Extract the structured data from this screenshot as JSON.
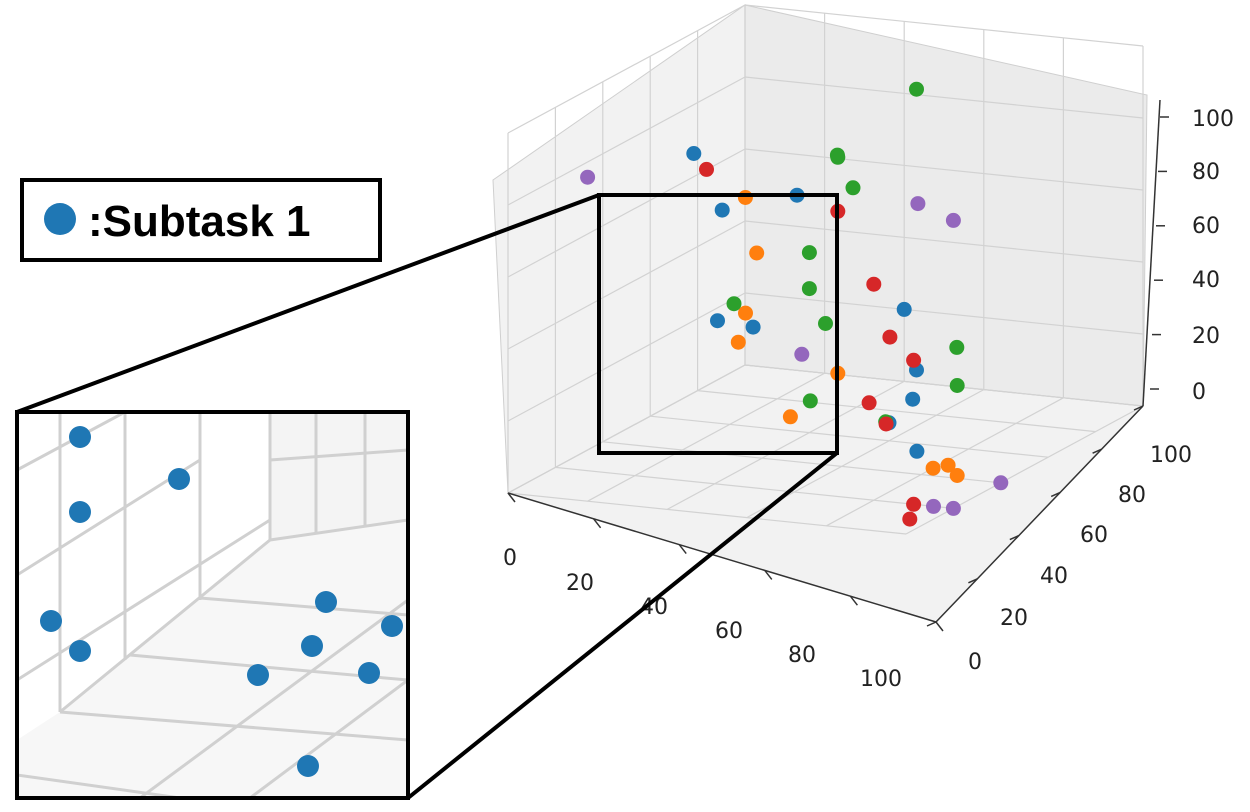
{
  "legend": {
    "label": ":Subtask 1",
    "marker_color": "#1f77b4"
  },
  "chart_data": {
    "type": "scatter",
    "projection": "3d",
    "grid": true,
    "xlim": [
      0,
      100
    ],
    "ylim": [
      0,
      100
    ],
    "zlim": [
      0,
      100
    ],
    "x_ticks": [
      "0",
      "20",
      "40",
      "60",
      "80",
      "100"
    ],
    "y_ticks": [
      "0",
      "20",
      "40",
      "60",
      "80",
      "100"
    ],
    "z_ticks": [
      "0",
      "20",
      "40",
      "60",
      "80",
      "100"
    ],
    "series": [
      {
        "color": "#1f77b4",
        "points": [
          {
            "x": 5,
            "y": 70,
            "z": 70
          },
          {
            "x": 22,
            "y": 85,
            "z": 55
          },
          {
            "x": 5,
            "y": 82,
            "z": 50
          },
          {
            "x": 5,
            "y": 80,
            "z": 20
          },
          {
            "x": 8,
            "y": 90,
            "z": 15
          },
          {
            "x": 60,
            "y": 60,
            "z": 5
          },
          {
            "x": 60,
            "y": 70,
            "z": 8
          },
          {
            "x": 55,
            "y": 80,
            "z": 12
          },
          {
            "x": 40,
            "y": 100,
            "z": 20
          },
          {
            "x": 70,
            "y": 55,
            "z": 0
          }
        ]
      },
      {
        "color": "#ff7f0e",
        "points": [
          {
            "x": 12,
            "y": 80,
            "z": 55
          },
          {
            "x": 22,
            "y": 68,
            "z": 45
          },
          {
            "x": 15,
            "y": 75,
            "z": 25
          },
          {
            "x": 15,
            "y": 72,
            "z": 18
          },
          {
            "x": 80,
            "y": 45,
            "z": 0
          },
          {
            "x": 82,
            "y": 48,
            "z": 0
          },
          {
            "x": 95,
            "y": 30,
            "z": 5
          },
          {
            "x": 65,
            "y": 30,
            "z": 30
          },
          {
            "x": 65,
            "y": 10,
            "z": 25
          }
        ]
      },
      {
        "color": "#2ca02c",
        "points": [
          {
            "x": 30,
            "y": 45,
            "z": 40
          },
          {
            "x": 40,
            "y": 60,
            "z": 50
          },
          {
            "x": 40,
            "y": 60,
            "z": 40
          },
          {
            "x": 50,
            "y": 50,
            "z": 35
          },
          {
            "x": 45,
            "y": 70,
            "z": 65
          },
          {
            "x": 55,
            "y": 80,
            "z": 90
          },
          {
            "x": 50,
            "y": 55,
            "z": 80
          },
          {
            "x": 65,
            "y": 30,
            "z": 90
          },
          {
            "x": 80,
            "y": 55,
            "z": 30
          },
          {
            "x": 80,
            "y": 25,
            "z": 20
          },
          {
            "x": 95,
            "y": 30,
            "z": 30
          },
          {
            "x": 70,
            "y": 10,
            "z": 30
          }
        ]
      },
      {
        "color": "#d62728",
        "points": [
          {
            "x": 35,
            "y": 25,
            "z": 85
          },
          {
            "x": 65,
            "y": 30,
            "z": 75
          },
          {
            "x": 80,
            "y": 20,
            "z": 60
          },
          {
            "x": 90,
            "y": 10,
            "z": 50
          },
          {
            "x": 90,
            "y": 20,
            "z": 40
          },
          {
            "x": 95,
            "y": 0,
            "z": 30
          },
          {
            "x": 55,
            "y": 60,
            "z": 10
          },
          {
            "x": 90,
            "y": 20,
            "z": 0
          },
          {
            "x": 95,
            "y": 10,
            "z": 0
          }
        ]
      },
      {
        "color": "#9467bd",
        "points": [
          {
            "x": 20,
            "y": 0,
            "z": 90
          },
          {
            "x": 100,
            "y": 5,
            "z": 90
          },
          {
            "x": 100,
            "y": 20,
            "z": 80
          },
          {
            "x": 50,
            "y": 40,
            "z": 30
          },
          {
            "x": 95,
            "y": 20,
            "z": 0
          },
          {
            "x": 100,
            "y": 20,
            "z": 0
          },
          {
            "x": 100,
            "y": 40,
            "z": 0
          }
        ]
      }
    ]
  }
}
